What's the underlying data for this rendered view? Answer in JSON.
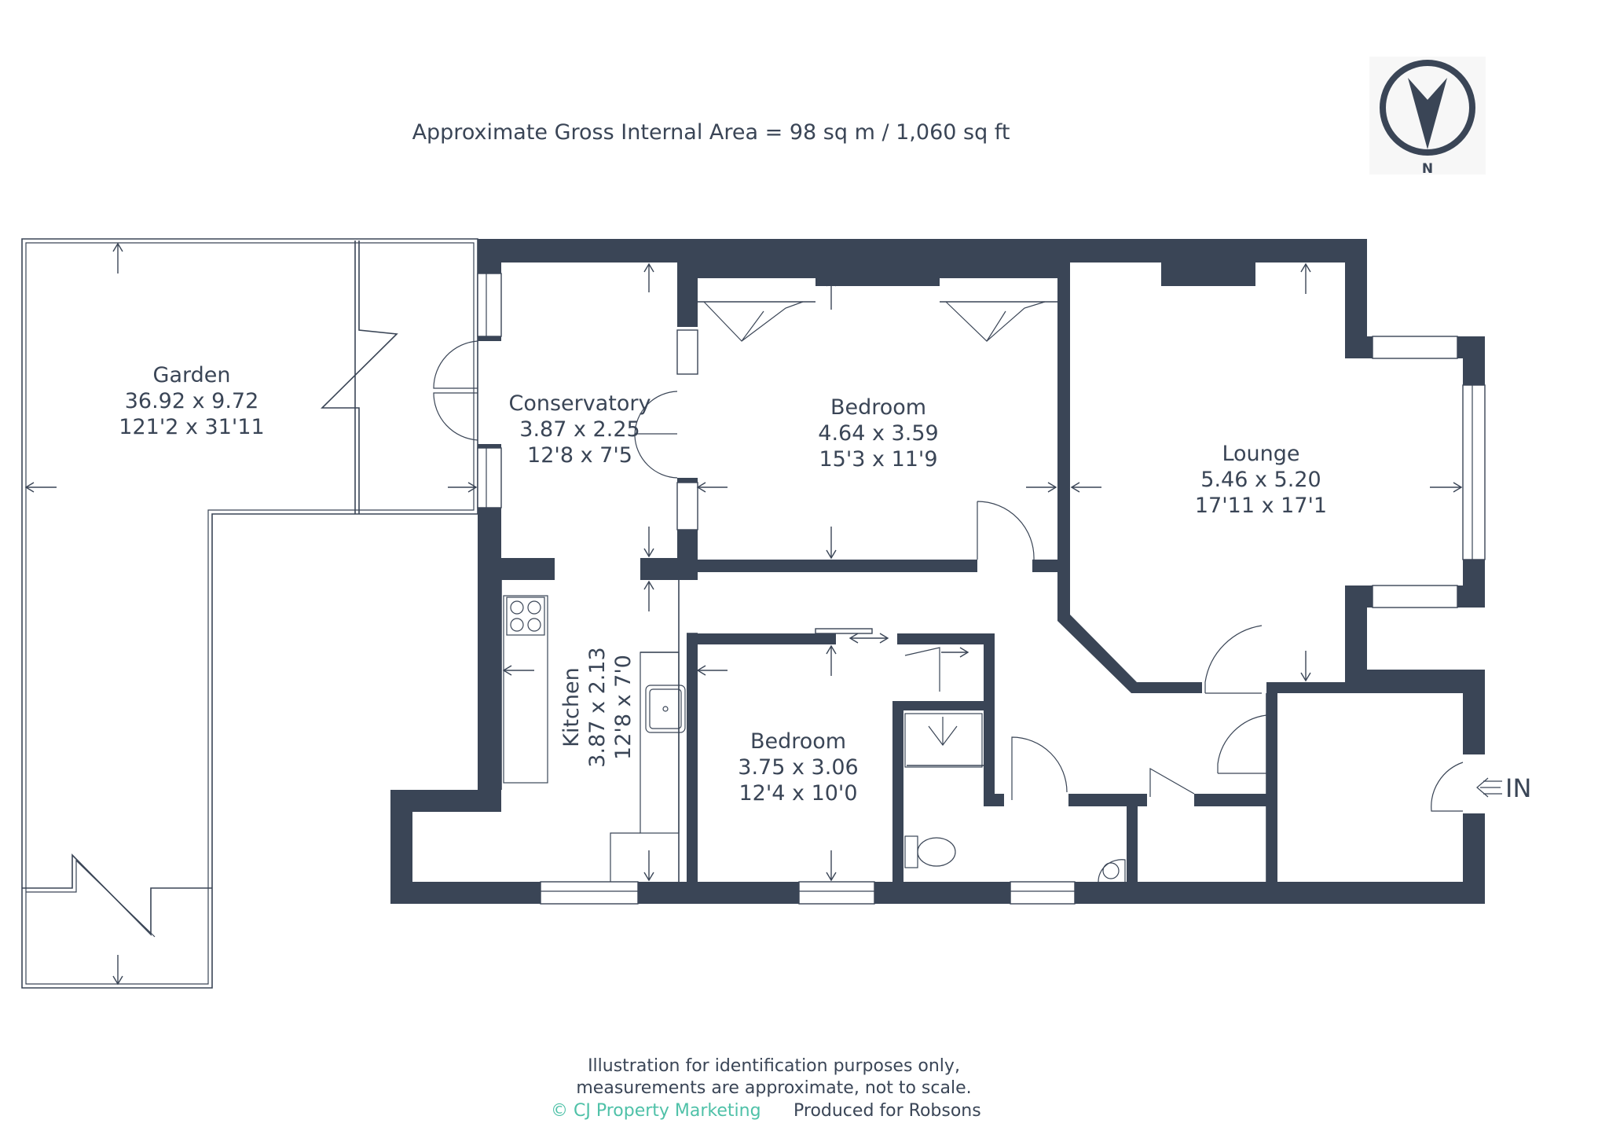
{
  "header": {
    "area_text": "Approximate Gross Internal Area = 98 sq m / 1,060 sq ft"
  },
  "compass": {
    "letter": "N",
    "icon": "north-compass-icon"
  },
  "rooms": {
    "garden": {
      "name": "Garden",
      "metric": "36.92 x 9.72",
      "imperial": "121'2 x 31'11"
    },
    "conservatory": {
      "name": "Conservatory",
      "metric": "3.87 x 2.25",
      "imperial": "12'8 x 7'5"
    },
    "bedroom1": {
      "name": "Bedroom",
      "metric": "4.64 x 3.59",
      "imperial": "15'3 x 11'9"
    },
    "lounge": {
      "name": "Lounge",
      "metric": "5.46 x 5.20",
      "imperial": "17'11 x 17'1"
    },
    "kitchen": {
      "name": "Kitchen",
      "metric": "3.87 x 2.13",
      "imperial": "12'8 x 7'0"
    },
    "bedroom2": {
      "name": "Bedroom",
      "metric": "3.75 x 3.06",
      "imperial": "12'4 x 10'0"
    }
  },
  "entrance": {
    "label": "IN"
  },
  "footer": {
    "line1": "Illustration for identification purposes only,",
    "line2": "measurements are approximate, not to scale.",
    "credit": "© CJ Property Marketing",
    "produced": "Produced for Robsons"
  },
  "colors": {
    "walls": "#3a4556",
    "credit": "#4fc1a8",
    "background": "#ffffff"
  }
}
